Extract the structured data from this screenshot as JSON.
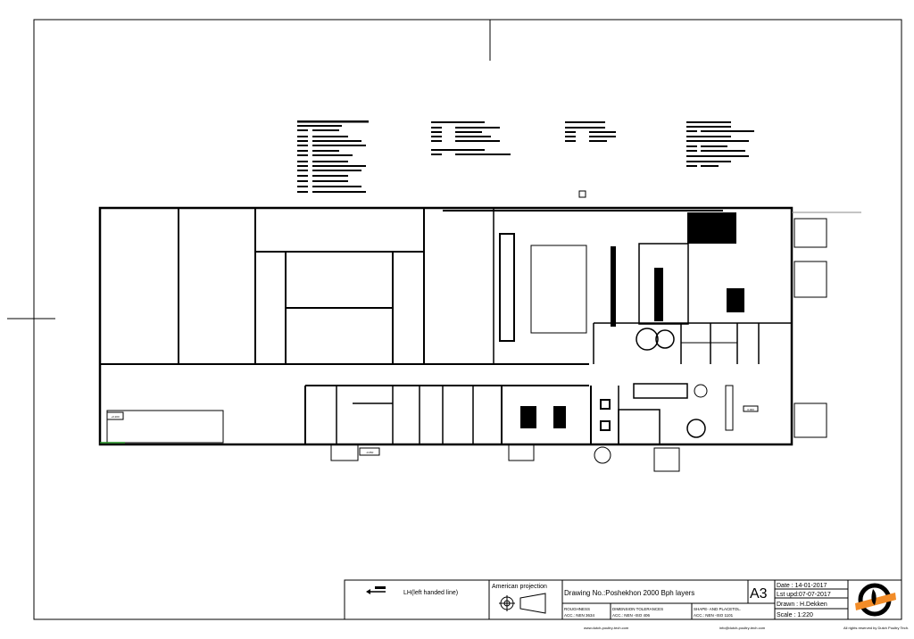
{
  "title_block": {
    "flow_direction": "LH(left handed line)",
    "projection_label": "American projection",
    "drawing_no": "Drawing No.:Poshekhon 2000 Bph layers",
    "sheet_size": "A3",
    "date": "Date    : 14-01-2017",
    "last_update": "Lst upd:07-07-2017",
    "drawn": "Drawn : H.Dekken",
    "scale": "Scale  : 1:220",
    "roughness_label": "ROUGHNESS",
    "roughness_value": "ACC.: NEN 3634",
    "dimension_label": "DIMENSION TOLERANCES",
    "dimension_value": "ACC.: NEN -ISO 406",
    "shape_label": "SHAPE- AND PLACETOL.",
    "shape_value": "ACC.: NEN -ISO 1101"
  },
  "footer": {
    "website": "www.dutch-poultry-tech.com",
    "email": "info@dutch-poultry-tech.com",
    "rights": "All rights reserved by Dutch Poultry Tech."
  },
  "levels": {
    "left_entrance": "+0.200",
    "bottom_entrance": "-0.050",
    "right_marker": "0.000"
  },
  "colors": {
    "line": "#000000",
    "accent_green": "#1a8a1a",
    "logo_orange": "#f28c28"
  }
}
